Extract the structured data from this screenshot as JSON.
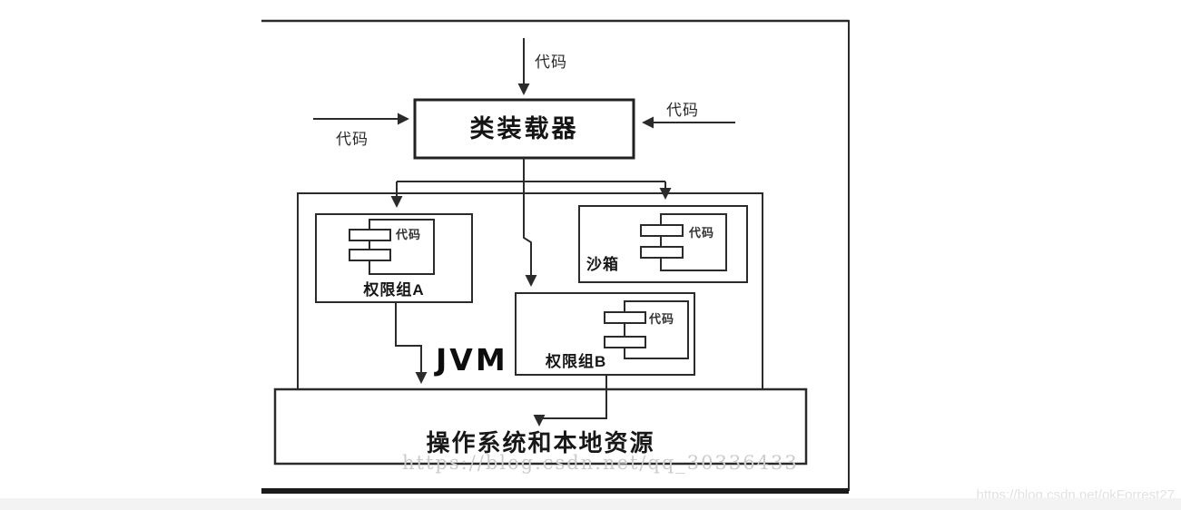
{
  "diagram": {
    "code_label_top": "代码",
    "code_label_left": "代码",
    "code_label_right": "代码",
    "class_loader_label": "类装载器",
    "jvm_label": "JVM",
    "group_a": {
      "title": "权限组A",
      "component_label": "代码"
    },
    "sandbox": {
      "title": "沙箱",
      "component_label": "代码"
    },
    "group_b": {
      "title": "权限组B",
      "component_label": "代码"
    },
    "os_label": "操作系统和本地资源"
  },
  "watermarks": {
    "center": "https://blog.csdn.net/qq_30336433",
    "bottom_right": "https://blog.csdn.net/okForrest27"
  },
  "colors": {
    "line": "#2b2b2b",
    "frame_bar": "#1a1a1a",
    "box_fill": "#ffffff",
    "text": "#161616",
    "watermark_center": "#cbcbcb",
    "watermark_corner": "#e2e2e2",
    "bottom_strip": "#f3f3f3"
  }
}
